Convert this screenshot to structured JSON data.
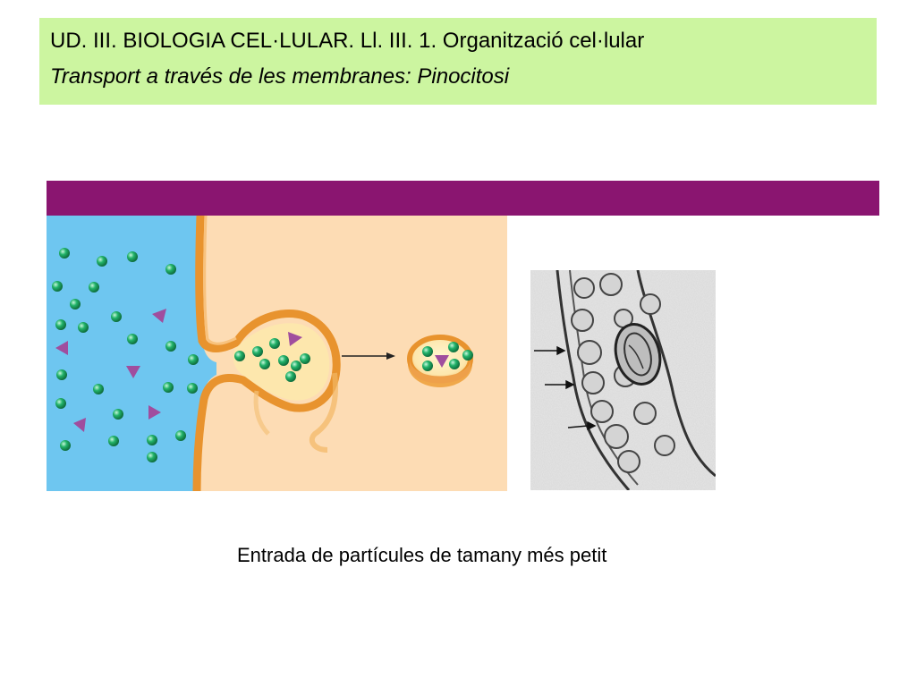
{
  "header": {
    "title": "UD. III. BIOLOGIA CEL·LULAR. Ll. III. 1. Organització cel·lular",
    "subtitle": "Transport a través de les membranes: Pinocitosi",
    "background_color": "#ccf5a0"
  },
  "band": {
    "color": "#8a1570"
  },
  "diagram": {
    "extracellular_color": "#6ec6f0",
    "cytoplasm_color": "#fddcb4",
    "membrane_color": "#e8932e",
    "particle_color": "#22b36a",
    "large_molecule_color": "#a04d9e"
  },
  "caption": {
    "text": "Entrada de partícules de tamany més petit"
  }
}
